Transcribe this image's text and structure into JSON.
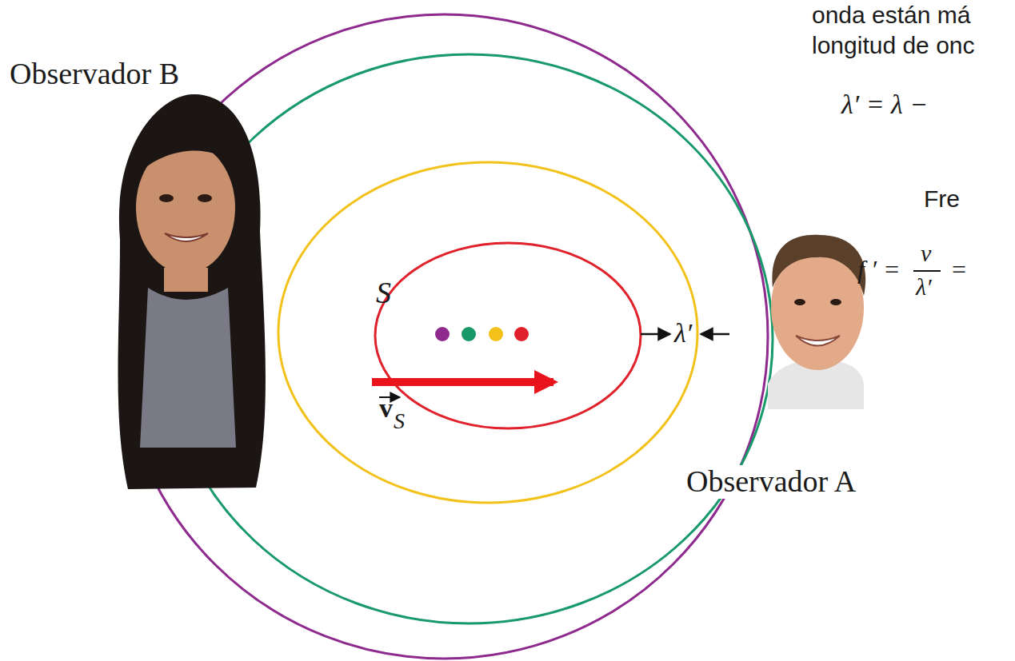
{
  "diagram": {
    "labels": [
      "onda están má",
      "longitud de onc",
      "λ′ = λ −",
      "Observador B",
      "Fre",
      "S",
      "λ′",
      "f ′ =",
      "v",
      "λ′",
      "=",
      "v",
      "S",
      "Observador A"
    ]
  }
}
